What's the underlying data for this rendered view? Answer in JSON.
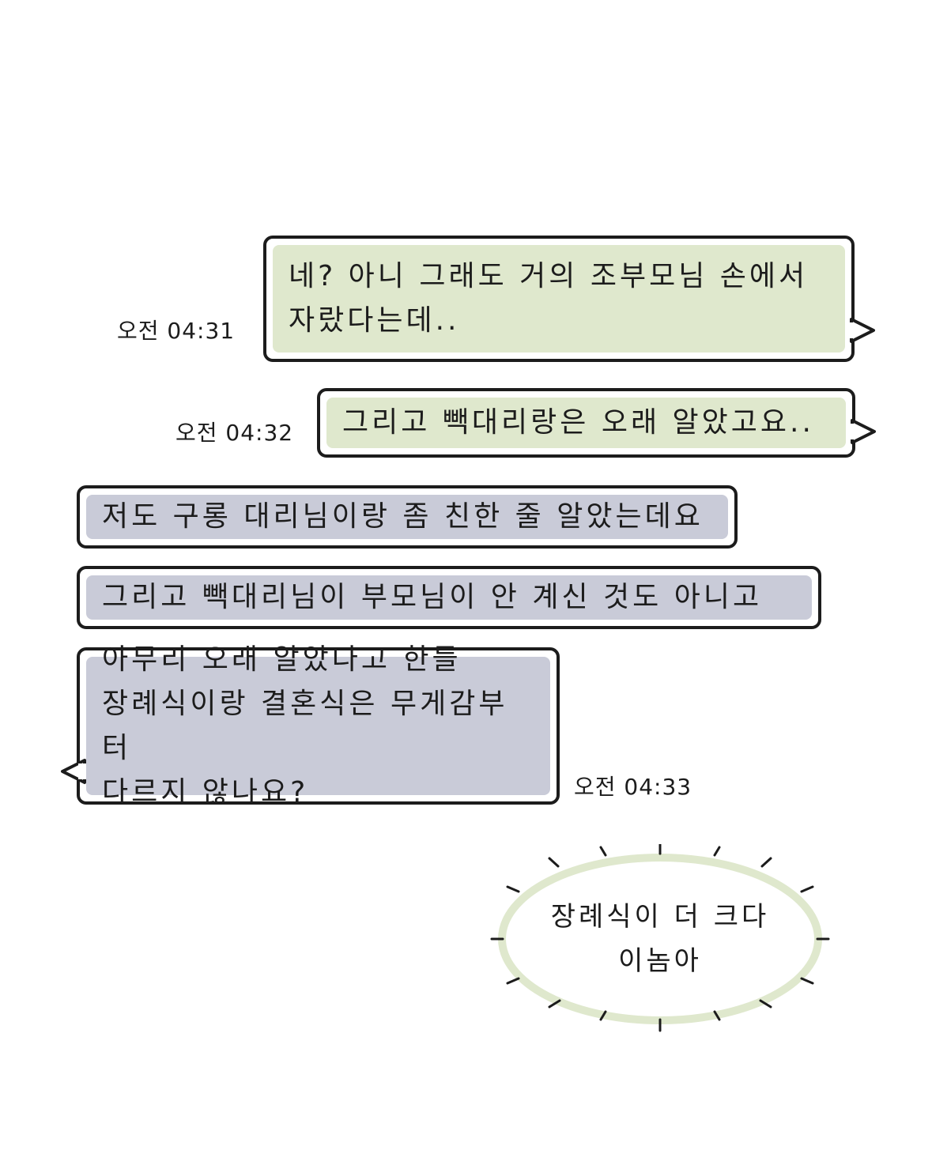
{
  "messages": [
    {
      "text": "네? 아니 그래도 거의 조부모님 손에서\n자랐다는데..",
      "time": "오전 04:31",
      "side": "right"
    },
    {
      "text": "그리고 빽대리랑은 오래 알았고요..",
      "time": "오전 04:32",
      "side": "right"
    },
    {
      "text": "저도 구롱 대리님이랑 좀 친한 줄 알았는데요",
      "time": "",
      "side": "left"
    },
    {
      "text": "그리고 빽대리님이 부모님이 안 계신 것도 아니고",
      "time": "",
      "side": "left"
    },
    {
      "text": "아무리 오래 알았다고 한들\n장례식이랑 결혼식은 무게감부터\n다르지 않나요?",
      "time": "오전 04:33",
      "side": "left"
    }
  ],
  "thought": {
    "line1": "장례식이 더 크다",
    "line2": "이놈아"
  },
  "colors": {
    "sent_bubble": "#dfe8cd",
    "received_bubble": "#c9cbd8",
    "outline": "#1c1c1c",
    "thought_ring": "#dfe8cd"
  }
}
